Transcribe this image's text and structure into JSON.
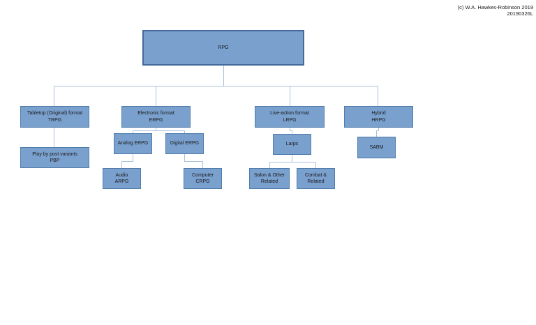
{
  "copyright": {
    "line1": "(c) W.A. Hawkes-Robinson 2019",
    "line2": "20190326L"
  },
  "colors": {
    "node_fill": "#7AA0CE",
    "node_border": "#4E7CAC",
    "root_border": "#44699B",
    "connector": "#A9C0DC",
    "text": "#1A1A1A",
    "background": "#FFFFFF"
  },
  "diagram": {
    "type": "tree",
    "title_node": "RPG",
    "nodes": {
      "rpg": {
        "line1": "RPG",
        "line2": ""
      },
      "trpg": {
        "line1": "Tabletop (Original) format",
        "line2": "TRPG"
      },
      "erpg": {
        "line1": "Electronic format",
        "line2": "ERPG"
      },
      "lrpg": {
        "line1": "Live-action format",
        "line2": "LRPG"
      },
      "hrpg": {
        "line1": "Hybrid",
        "line2": "HRPG"
      },
      "pbp": {
        "line1": "Play by post variants",
        "line2": "PBP"
      },
      "analog": {
        "line1": "Analog ERPG",
        "line2": ""
      },
      "digital": {
        "line1": "Digital ERPG",
        "line2": ""
      },
      "larps": {
        "line1": "Larps",
        "line2": ""
      },
      "sabm": {
        "line1": "SABM",
        "line2": ""
      },
      "audio": {
        "line1": "Audio",
        "line2": "ARPG"
      },
      "computer": {
        "line1": "Computer",
        "line2": "CRPG"
      },
      "salon": {
        "line1": "Salon & Other",
        "line2": "Related"
      },
      "combat": {
        "line1": "Combat &",
        "line2": "Related"
      }
    },
    "edges": [
      [
        "rpg",
        "trpg"
      ],
      [
        "rpg",
        "erpg"
      ],
      [
        "rpg",
        "lrpg"
      ],
      [
        "rpg",
        "hrpg"
      ],
      [
        "trpg",
        "pbp"
      ],
      [
        "erpg",
        "analog"
      ],
      [
        "erpg",
        "digital"
      ],
      [
        "analog",
        "audio"
      ],
      [
        "digital",
        "computer"
      ],
      [
        "lrpg",
        "larps"
      ],
      [
        "larps",
        "salon"
      ],
      [
        "larps",
        "combat"
      ],
      [
        "hrpg",
        "sabm"
      ]
    ]
  }
}
